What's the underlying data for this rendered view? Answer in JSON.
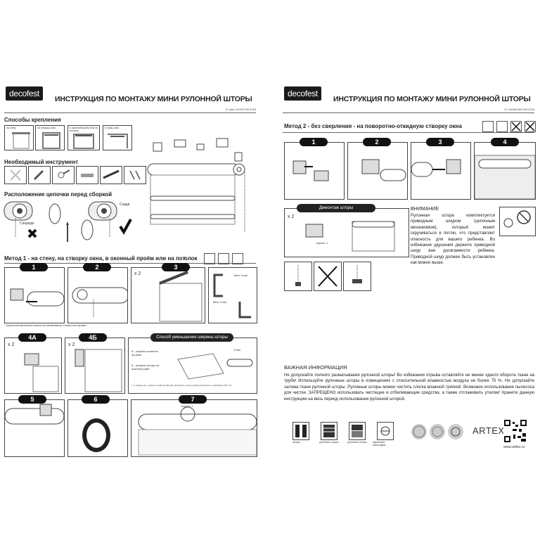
{
  "brand": "decofest",
  "left": {
    "title": "ИНСТРУКЦИЯ ПО МОНТАЖУ МИНИ РУЛОННОЙ ШТОРЫ",
    "date": "27 мин 18 DEC/08.2018",
    "s_mount": "Способы крепления",
    "mount_labels": [
      "на стену",
      "на створку окна",
      "в оконный проём или на потолок",
      "в нишу окна"
    ],
    "s_tools": "Необходимый инструмент",
    "s_chain": "Расположение цепочки перед сборкой",
    "chain_left": "Спереди",
    "chain_right": "Сзади",
    "method1": "Метод 1 - на стену, на створку окна, в оконный проём или на пот",
    "method1_tail": "олок",
    "steps": [
      "1",
      "2",
      "3",
      "4А",
      "4Б",
      "5",
      "6",
      "7"
    ],
    "x2": "x 2",
    "chain_note": "* Цепочный механизм можно устанавливать слева или справа",
    "min_label": "Мин. 5 мм",
    "width_pill": "Способ уменьшения ширины шторы",
    "width_note_a": "А - ширина оконного проёма",
    "width_note_b": "Б - ширина шторы на оконной раме",
    "width_footnote": "* от ширины (А - ширины профиля (Б)) мин. Б=ширин. отнять ширину крепления и          пазов/ниш (3,5 с м)",
    "mm5": "5 мм",
    "click_label": "«щелк» 1"
  },
  "right": {
    "title": "ИНСТРУКЦИЯ ПО МОНТАЖУ МИНИ РУЛОННОЙ ШТОРЫ",
    "date": "27 mini/IB DEC/08.2018",
    "method2": "Метод 2 - без сверления - на поворотно-откидную створку окна",
    "steps": [
      "1",
      "2",
      "3",
      "4"
    ],
    "dismount_pill": "Демонтаж шторы",
    "x2": "x 2",
    "click_label": "«щелк» 1",
    "warning_title": "ВНИМАНИЕ",
    "warning_text": "Рулонная штора комплектуется приводным шнуром (цепочным механизмом), который может скручиваться в петлю, что представляет опасность для вашего ребенка. Во избежание удушения держите приводной шнур вне досягаемости ребенка. Приводной шнур должен быть установлен как можно выше.",
    "important_title": "ВАЖНАЯ ИНФОРМАЦИЯ",
    "important_text": "Не допускайте полного разматывания рулонной шторы! Во избежании отрыва оставляйте не менее одного оборота ткани на трубе! Используйте рулонные шторы в помещениях с относительной влажностью воздуха не более 75 %. Не допускайте залома ткани рулонной шторы. Рулонные шторы можно чистить слегка влажной тряпкой. Возможно использование пылесоса для чистки. ЗАПРЕЩЕНО использовать чистящие и отбеливающие средства, а также отглаживать утюгом! Храните данную инструкцию на весь период использования рулонной шторой.",
    "product_labels": [
      "шторы",
      "рулонные шторы",
      "рулонные шторы",
      "карнизные аксессуары"
    ],
    "artex": "ARTEX",
    "website": "www.arttex.ru"
  }
}
